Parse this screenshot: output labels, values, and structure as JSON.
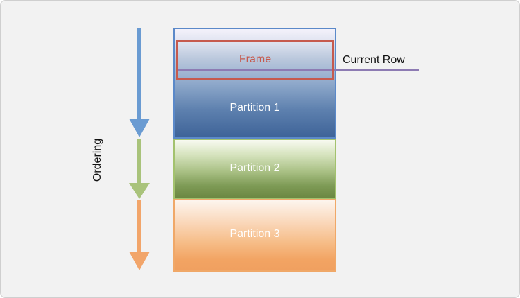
{
  "diagram": {
    "ordering_label": "Ordering",
    "frame_label": "Frame",
    "current_row_label": "Current Row",
    "partitions": [
      {
        "label": "Partition 1",
        "color": "#5b89c9"
      },
      {
        "label": "Partition 2",
        "color": "#a3c26e"
      },
      {
        "label": "Partition 3",
        "color": "#f0a868"
      }
    ],
    "colors": {
      "frame": "#c65a4e",
      "current_row_line": "#8d7bb3",
      "arrow_1": "#6a9bd2",
      "arrow_2": "#a9c37b",
      "arrow_3": "#f2a56a",
      "background": "#f2f2f2"
    }
  }
}
